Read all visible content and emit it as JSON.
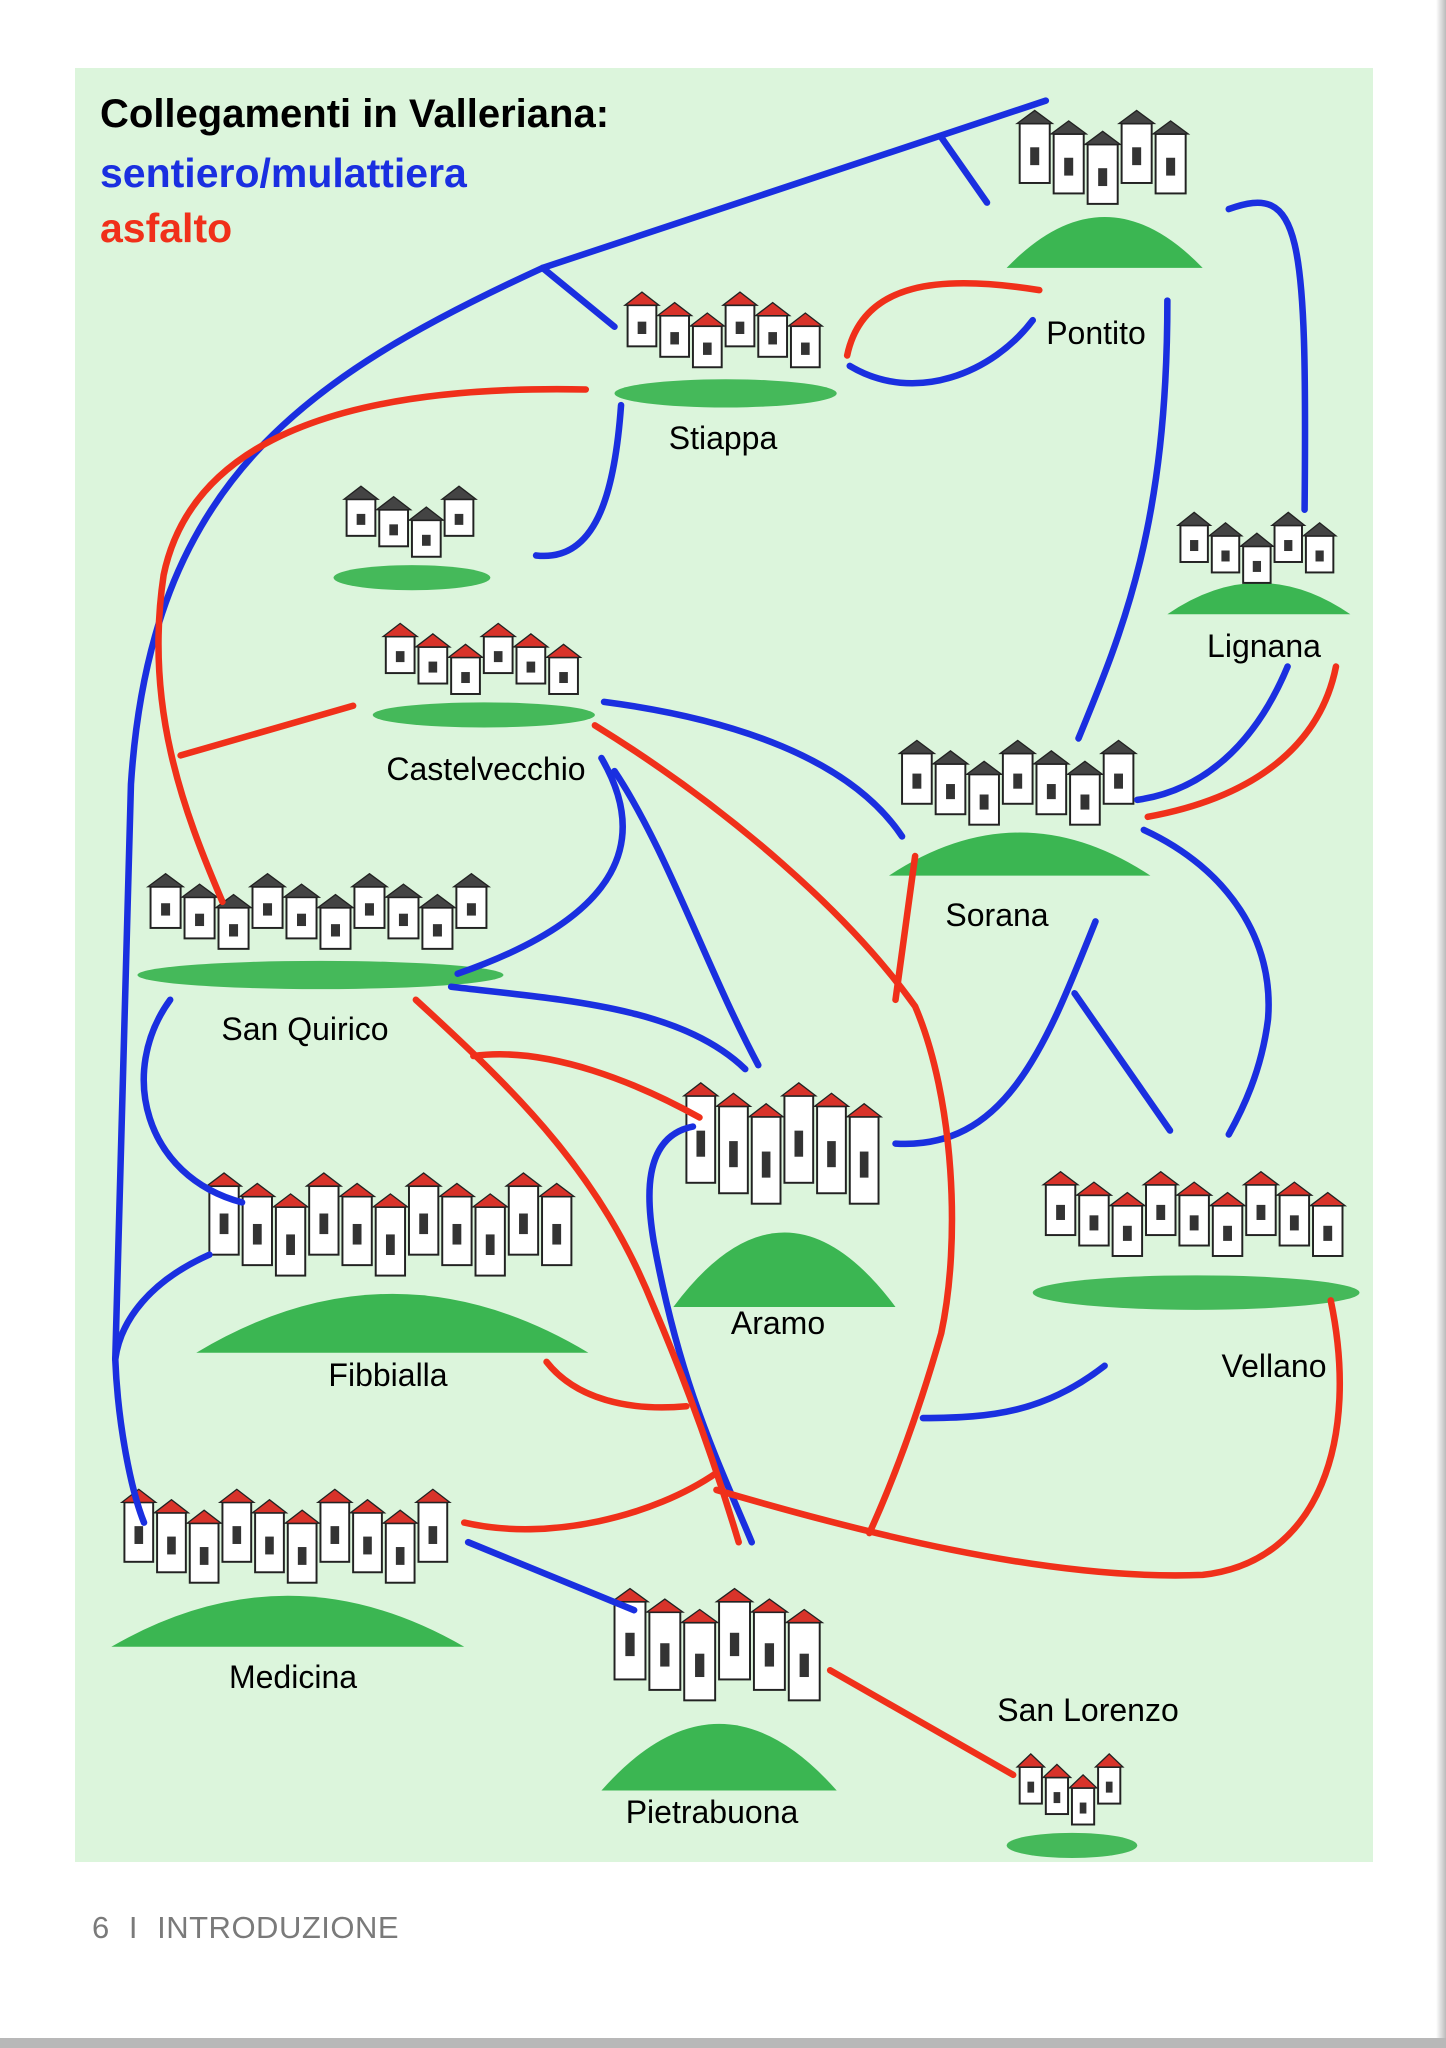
{
  "title": "Collegamenti in Valleriana:",
  "legend": {
    "path": {
      "label": "sentiero/mulattiera",
      "color": "#1a2fe0"
    },
    "road": {
      "label": "asfalto",
      "color": "#f0301a"
    }
  },
  "towns": {
    "pontito": "Pontito",
    "stiappa": "Stiappa",
    "lignana": "Lignana",
    "castelvecchio": "Castelvecchio",
    "sorana": "Sorana",
    "san_quirico": "San Quirico",
    "aramo": "Aramo",
    "fibbialla": "Fibbialla",
    "vellano": "Vellano",
    "medicina": "Medicina",
    "san_lorenzo": "San Lorenzo",
    "pietrabuona": "Pietrabuona"
  },
  "footer": {
    "page_number": "6",
    "separator": "I",
    "section": "INTRODUZIONE"
  },
  "colors": {
    "background": "#dcf5dc",
    "grass": "#1faa3a",
    "roof": "#d8332a"
  }
}
